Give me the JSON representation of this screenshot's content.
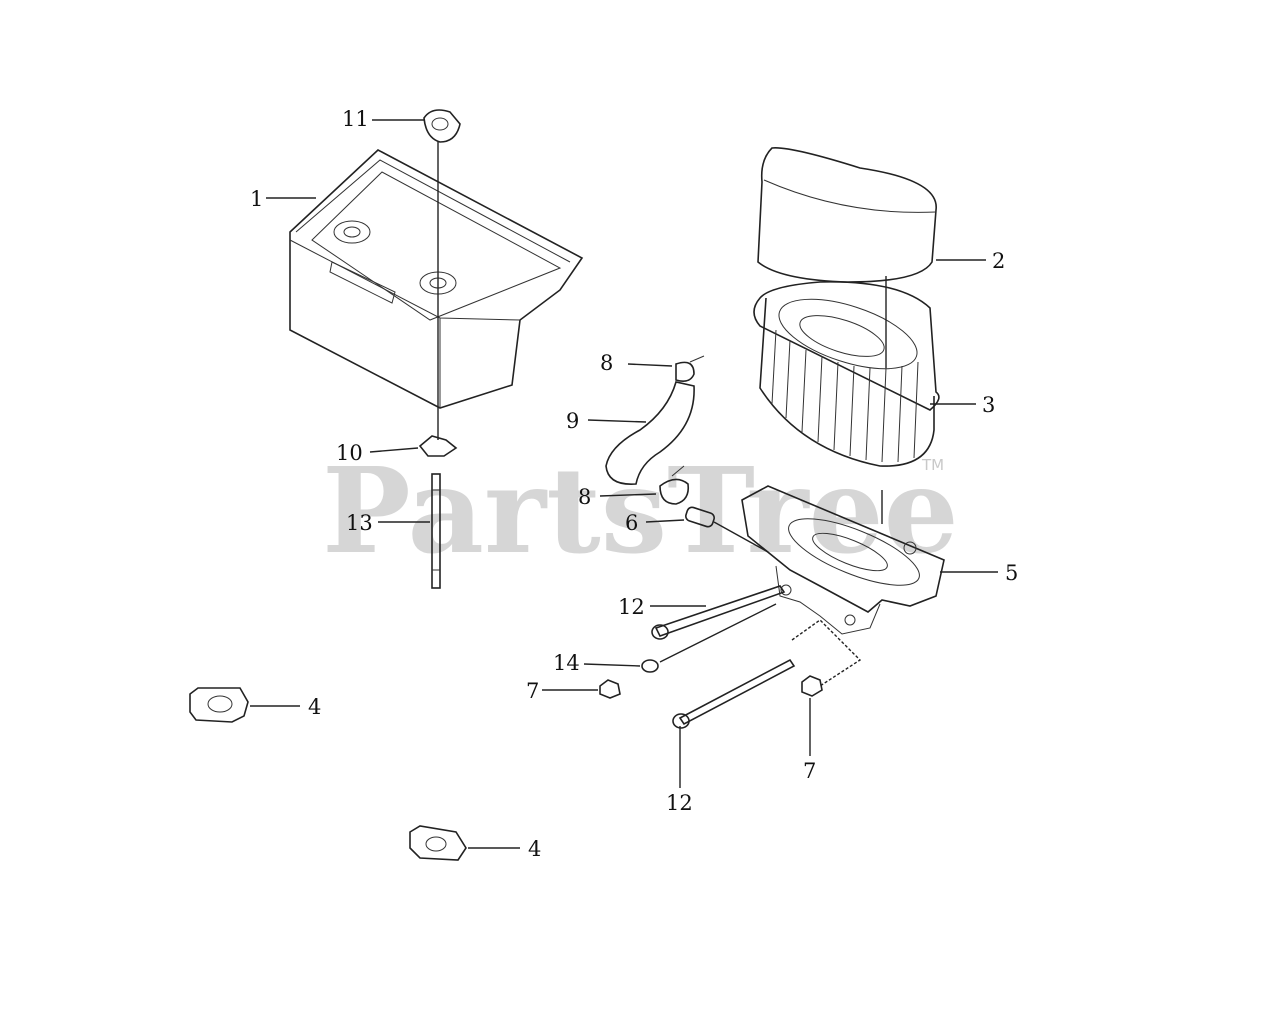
{
  "watermark": {
    "brand": "PartsTree",
    "trademark": "TM"
  },
  "callouts": {
    "c1": "1",
    "c2": "2",
    "c3": "3",
    "c4a": "4",
    "c4b": "4",
    "c5": "5",
    "c6": "6",
    "c7a": "7",
    "c7b": "7",
    "c8a": "8",
    "c8b": "8",
    "c9": "9",
    "c10": "10",
    "c11": "11",
    "c12a": "12",
    "c12b": "12",
    "c13": "13",
    "c14": "14"
  }
}
